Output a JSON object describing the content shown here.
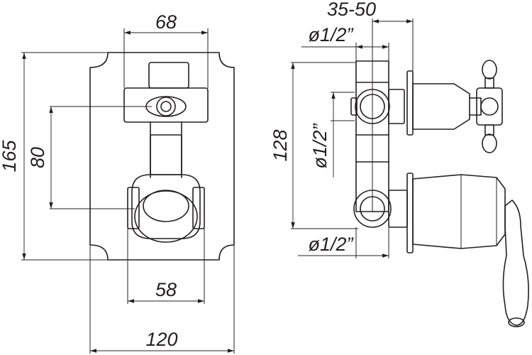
{
  "front_view": {
    "width_overall": "120",
    "height_overall": "165",
    "handle_span": "68",
    "axis_distance": "80",
    "body_width": "58"
  },
  "side_view": {
    "wall_depth": "35-50",
    "inlet_top": "ø1/2”",
    "inlet_middle": "ø1/2”",
    "outlet_bottom": "ø1/2”",
    "height": "128"
  },
  "colors": {
    "line": "#231f20",
    "background": "#ffffff"
  }
}
